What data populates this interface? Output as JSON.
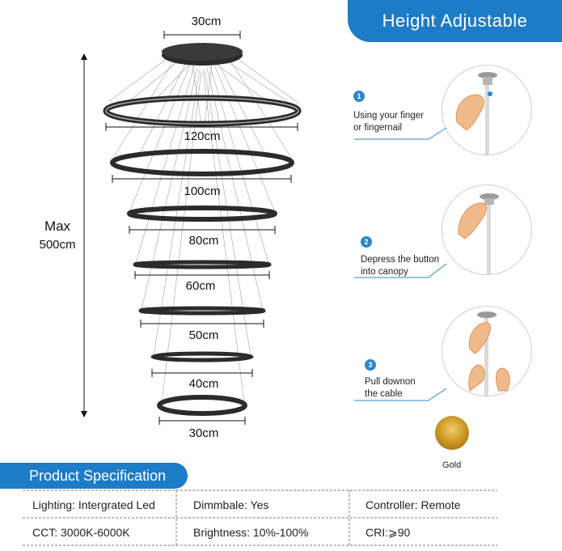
{
  "banner": {
    "title": "Height Adjustable"
  },
  "dimensions": {
    "canopy": "30cm",
    "ring1": "120cm",
    "ring2": "100cm",
    "ring3": "80cm",
    "ring4": "60cm",
    "ring5": "50cm",
    "ring6": "40cm",
    "ring7": "30cm",
    "height_label": "Max",
    "height_value": "500cm"
  },
  "steps": [
    {
      "num": "1",
      "text": "Using your finger\nor fingernail"
    },
    {
      "num": "2",
      "text": "Depress the button\ninto canopy"
    },
    {
      "num": "3",
      "text": "Pull downon\nthe cable"
    }
  ],
  "finish": {
    "label": "Gold",
    "color": "#c8921f"
  },
  "spec": {
    "title": "Product Specification",
    "rows": [
      [
        "Lighting: Intergrated Led",
        "Dimmbale: Yes",
        "Controller: Remote"
      ],
      [
        "CCT: 3000K-6000K",
        "Brightness: 10%-100%",
        "CRI:⩾90"
      ]
    ]
  },
  "colors": {
    "accent": "#1e7bc6",
    "ring": "#2b2b2b"
  }
}
